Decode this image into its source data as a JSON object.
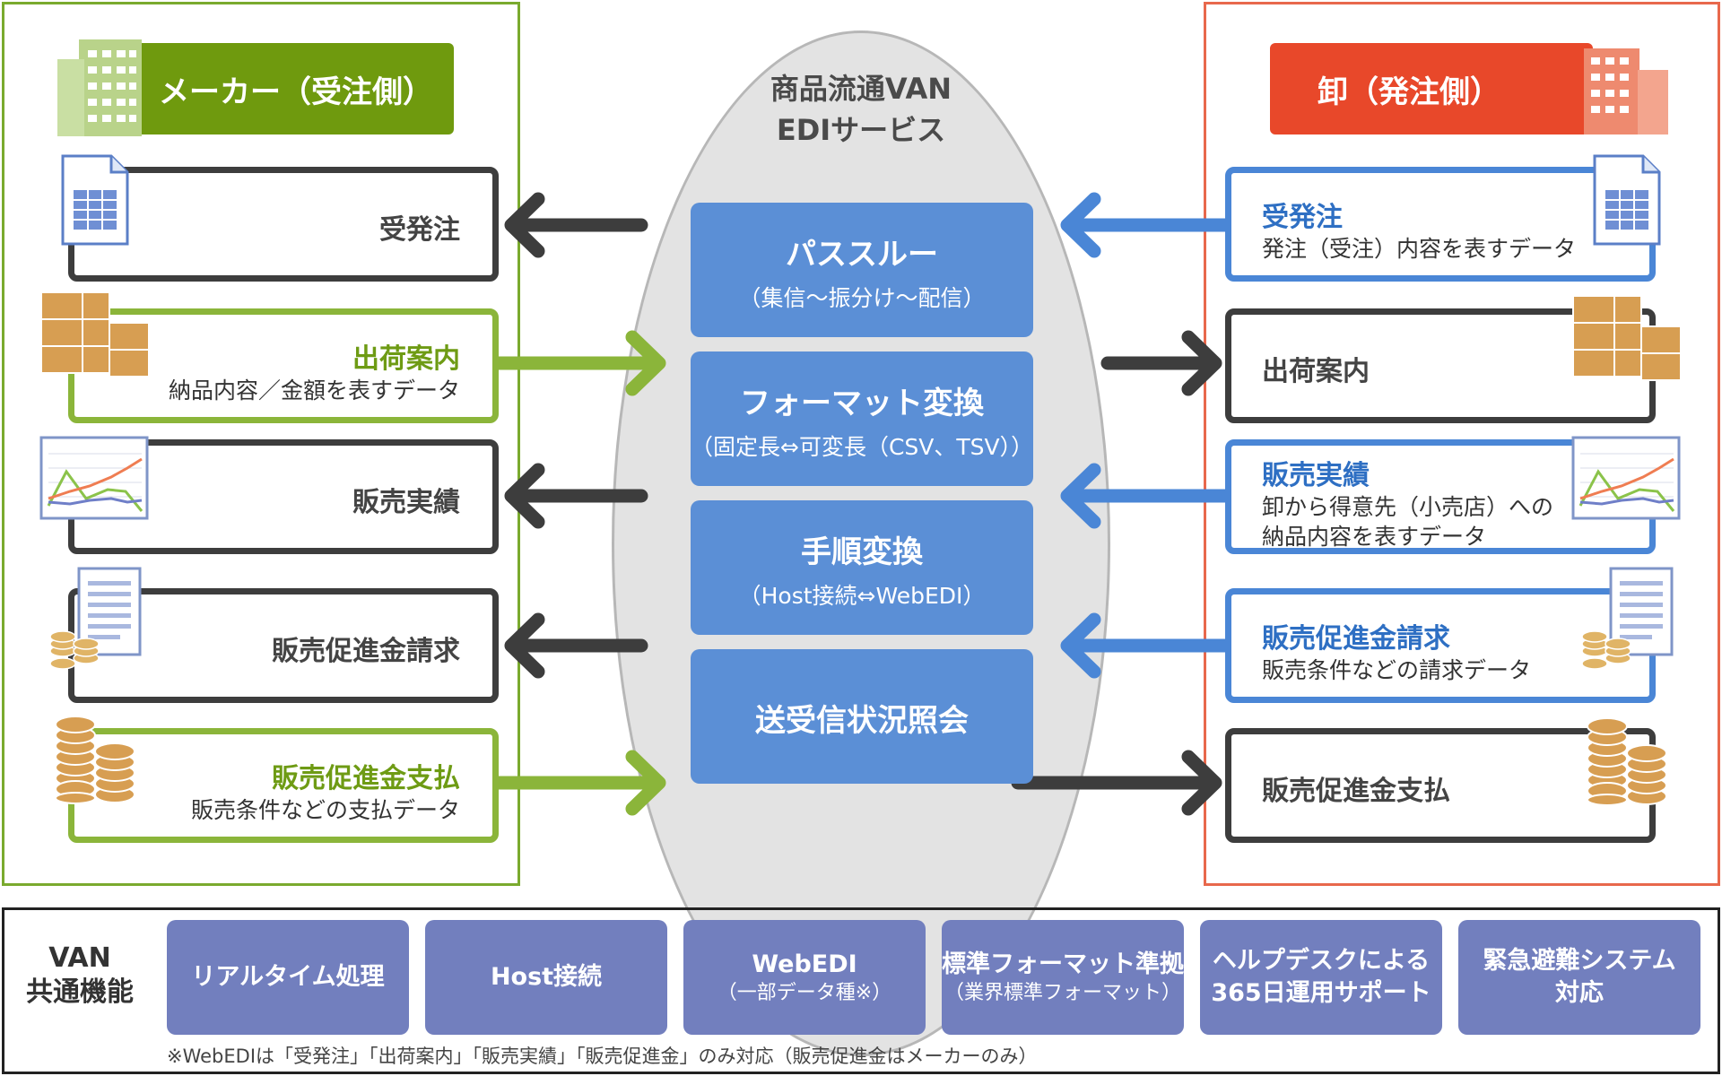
{
  "center": {
    "title_line1": "商品流通VAN",
    "title_line2": "EDIサービス",
    "services": [
      {
        "title": "パススルー",
        "sub": "（集信～振分け～配信）"
      },
      {
        "title": "フォーマット変換",
        "sub": "（固定長⇔可変長（CSV、TSV））"
      },
      {
        "title": "手順変換",
        "sub": "（Host接続⇔WebEDI）"
      },
      {
        "title": "送受信状況照会",
        "sub": ""
      }
    ]
  },
  "left": {
    "header": "メーカー（受注側）",
    "items": [
      {
        "title": "受発注",
        "sub": "",
        "icon": "spreadsheet-icon"
      },
      {
        "title": "出荷案内",
        "sub": "納品内容／金額を表すデータ",
        "icon": "boxes-icon"
      },
      {
        "title": "販売実績",
        "sub": "",
        "icon": "chart-icon"
      },
      {
        "title": "販売促進金請求",
        "sub": "",
        "icon": "invoice-coins-icon"
      },
      {
        "title": "販売促進金支払",
        "sub": "販売条件などの支払データ",
        "icon": "coins-icon"
      }
    ]
  },
  "right": {
    "header": "卸（発注側）",
    "items": [
      {
        "title": "受発注",
        "sub": "発注（受注）内容を表すデータ",
        "sub2": "",
        "icon": "spreadsheet-icon"
      },
      {
        "title": "出荷案内",
        "sub": "",
        "sub2": "",
        "icon": "boxes-icon"
      },
      {
        "title": "販売実績",
        "sub": "卸から得意先（小売店）への",
        "sub2": "納品内容を表すデータ",
        "icon": "chart-icon"
      },
      {
        "title": "販売促進金請求",
        "sub": "販売条件などの請求データ",
        "sub2": "",
        "icon": "invoice-coins-icon"
      },
      {
        "title": "販売促進金支払",
        "sub": "",
        "sub2": "",
        "icon": "coins-icon"
      }
    ]
  },
  "common": {
    "label_line1": "VAN",
    "label_line2": "共通機能",
    "features": [
      {
        "title": "リアルタイム処理",
        "title2": "",
        "sub": ""
      },
      {
        "title": "Host接続",
        "title2": "",
        "sub": ""
      },
      {
        "title": "WebEDI",
        "title2": "",
        "sub": "（一部データ種※）"
      },
      {
        "title": "標準フォーマット準拠",
        "title2": "",
        "sub": "（業界標準フォーマット）"
      },
      {
        "title": "ヘルプデスクによる",
        "title2": "365日運用サポート",
        "sub": ""
      },
      {
        "title": "緊急避難システム",
        "title2": "対応",
        "sub": ""
      }
    ],
    "footnote": "※WebEDIは「受発注」「出荷案内」「販売実績」「販売促進金」のみ対応（販売促進金はメーカーのみ）"
  },
  "colors": {
    "maker_green": "#6f9a0e",
    "wholesale_red": "#e8482a",
    "service_blue": "#5b8fd6",
    "feature_purple": "#727fbe",
    "arrow_dark": "#3d3d3d",
    "arrow_green": "#8bb53a",
    "arrow_blue": "#4a86d6"
  }
}
